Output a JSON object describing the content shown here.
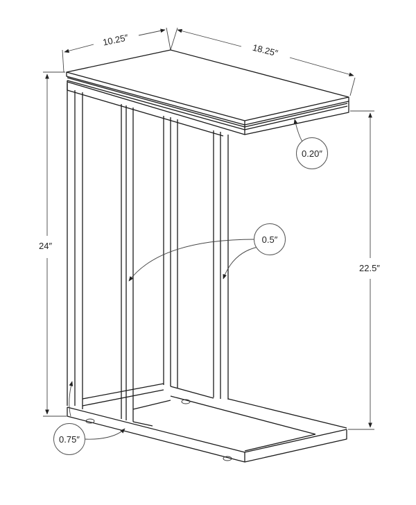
{
  "diagram": {
    "subject": "C-shaped side table with glass top and metal frame",
    "dimensions": {
      "width": "10.25″",
      "length": "18.25″",
      "overall_height": "24″",
      "top_clearance_height": "22.5″"
    },
    "callouts": {
      "top_thickness": "0.20″",
      "tube_width": "0.5″",
      "base_tube_height": "0.75″"
    }
  }
}
